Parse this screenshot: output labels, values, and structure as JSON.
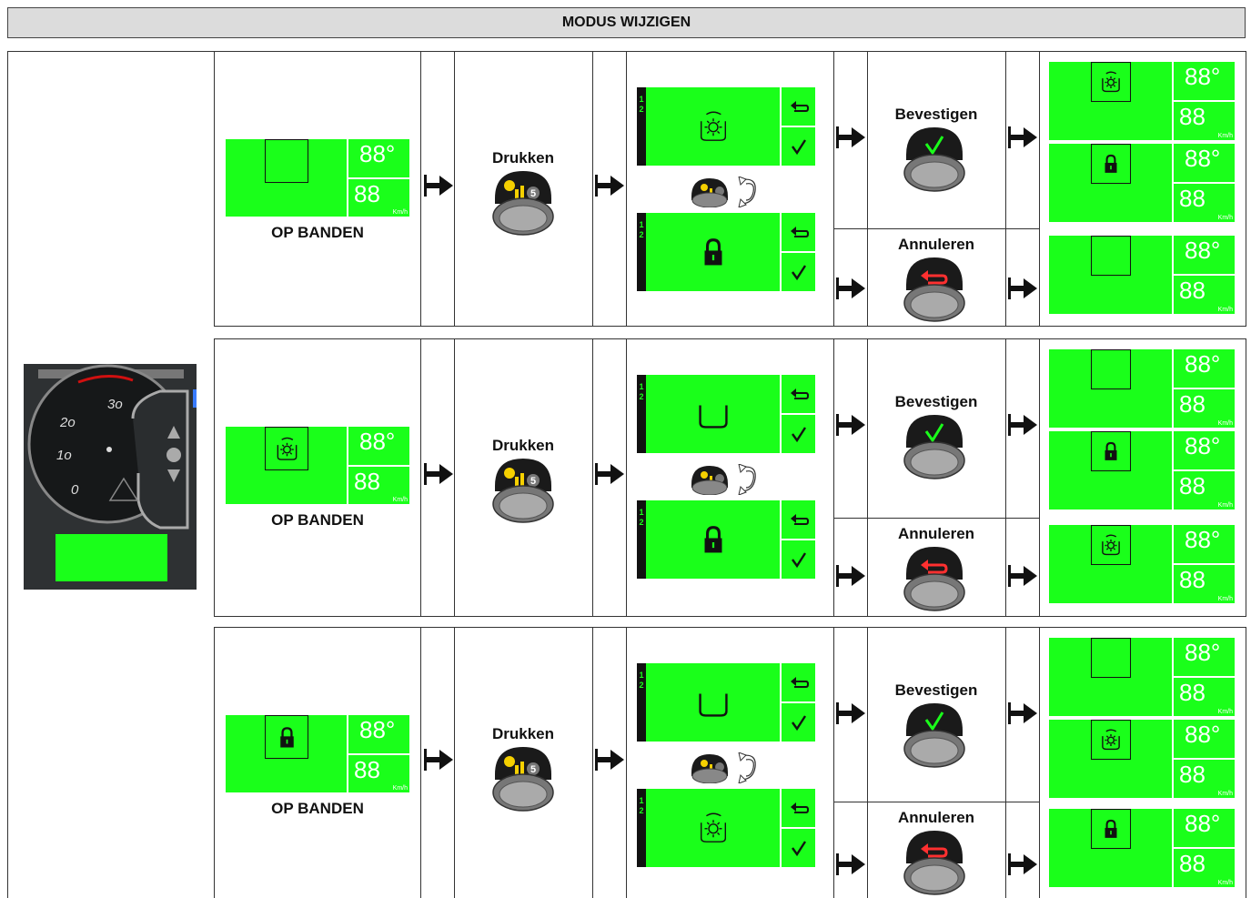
{
  "header": {
    "title": "MODUS WIJZIGEN"
  },
  "rows": [
    {
      "initial": {
        "icon": "empty",
        "temp": "88°",
        "speed": "88",
        "unit": "Km/h",
        "label": "OP BANDEN"
      },
      "press_label": "Drukken",
      "menu_top_icon": "wash-icon",
      "menu_bottom_icon": "lock-icon",
      "confirm_label": "Bevestigen",
      "cancel_label": "Annuleren",
      "results": [
        {
          "icon": "wash-icon",
          "temp": "88°",
          "speed": "88",
          "unit": "Km/h"
        },
        {
          "icon": "lock-icon",
          "temp": "88°",
          "speed": "88",
          "unit": "Km/h"
        },
        {
          "icon": "empty",
          "temp": "88°",
          "speed": "88",
          "unit": "Km/h"
        }
      ]
    },
    {
      "initial": {
        "icon": "wash-icon",
        "temp": "88°",
        "speed": "88",
        "unit": "Km/h",
        "label": "OP BANDEN"
      },
      "press_label": "Drukken",
      "menu_top_icon": "tub-icon",
      "menu_bottom_icon": "lock-icon",
      "confirm_label": "Bevestigen",
      "cancel_label": "Annuleren",
      "results": [
        {
          "icon": "empty",
          "temp": "88°",
          "speed": "88",
          "unit": "Km/h"
        },
        {
          "icon": "lock-icon",
          "temp": "88°",
          "speed": "88",
          "unit": "Km/h"
        },
        {
          "icon": "wash-icon",
          "temp": "88°",
          "speed": "88",
          "unit": "Km/h"
        }
      ]
    },
    {
      "initial": {
        "icon": "lock-icon",
        "temp": "88°",
        "speed": "88",
        "unit": "Km/h",
        "label": "OP BANDEN"
      },
      "press_label": "Drukken",
      "menu_top_icon": "tub-icon",
      "menu_bottom_icon": "wash-icon",
      "confirm_label": "Bevestigen",
      "cancel_label": "Annuleren",
      "results": [
        {
          "icon": "empty",
          "temp": "88°",
          "speed": "88",
          "unit": "Km/h"
        },
        {
          "icon": "wash-icon",
          "temp": "88°",
          "speed": "88",
          "unit": "Km/h"
        },
        {
          "icon": "lock-icon",
          "temp": "88°",
          "speed": "88",
          "unit": "Km/h"
        }
      ]
    }
  ],
  "dashboard": {
    "gauge_ticks": [
      "3o",
      "2o",
      "1o",
      "0"
    ]
  },
  "menu_indices": [
    "1",
    "2"
  ],
  "colors": {
    "display_green": "#1aff1a",
    "check": "#1aff1a",
    "cancel": "#ff3030"
  }
}
